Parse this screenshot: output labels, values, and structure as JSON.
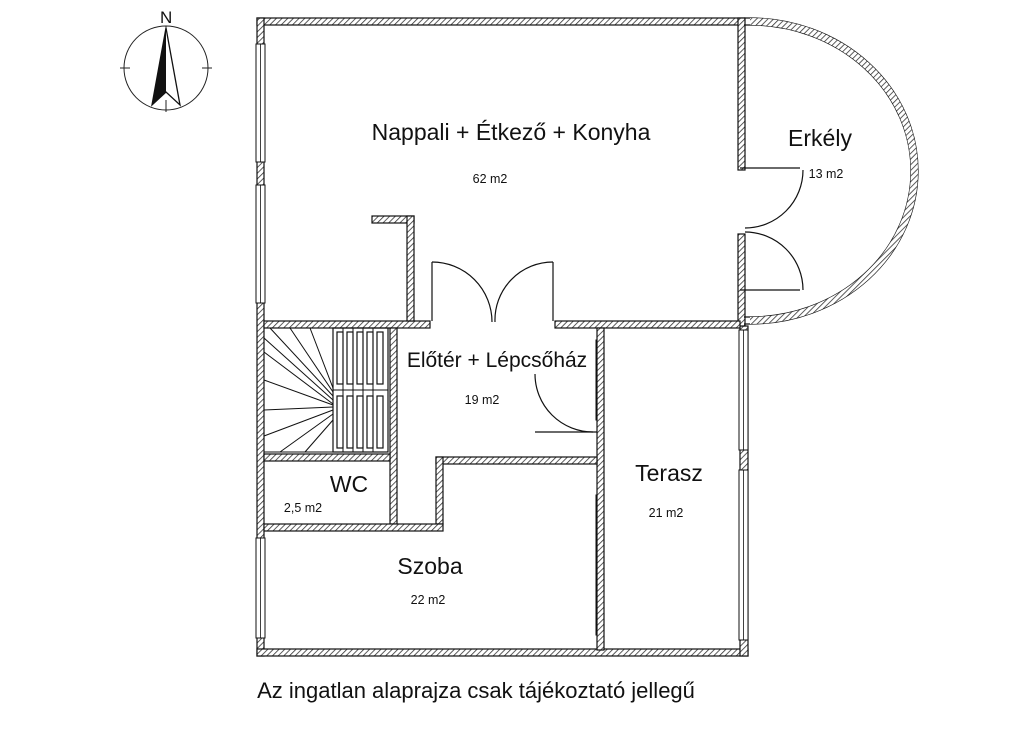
{
  "compass": {
    "north_label": "N",
    "icon": "north-arrow-icon"
  },
  "rooms": [
    {
      "id": "nappali",
      "name": "Nappali + Étkező + Konyha",
      "area": "62 m2"
    },
    {
      "id": "erkely",
      "name": "Erkély",
      "area": "13 m2"
    },
    {
      "id": "eloter",
      "name": "Előtér + Lépcsőház",
      "area": "19 m2"
    },
    {
      "id": "wc",
      "name": "WC",
      "area": "2,5 m2"
    },
    {
      "id": "szoba",
      "name": "Szoba",
      "area": "22 m2"
    },
    {
      "id": "terasz",
      "name": "Terasz",
      "area": "21 m2"
    }
  ],
  "disclaimer": "Az ingatlan alaprajza csak tájékoztató jellegű"
}
